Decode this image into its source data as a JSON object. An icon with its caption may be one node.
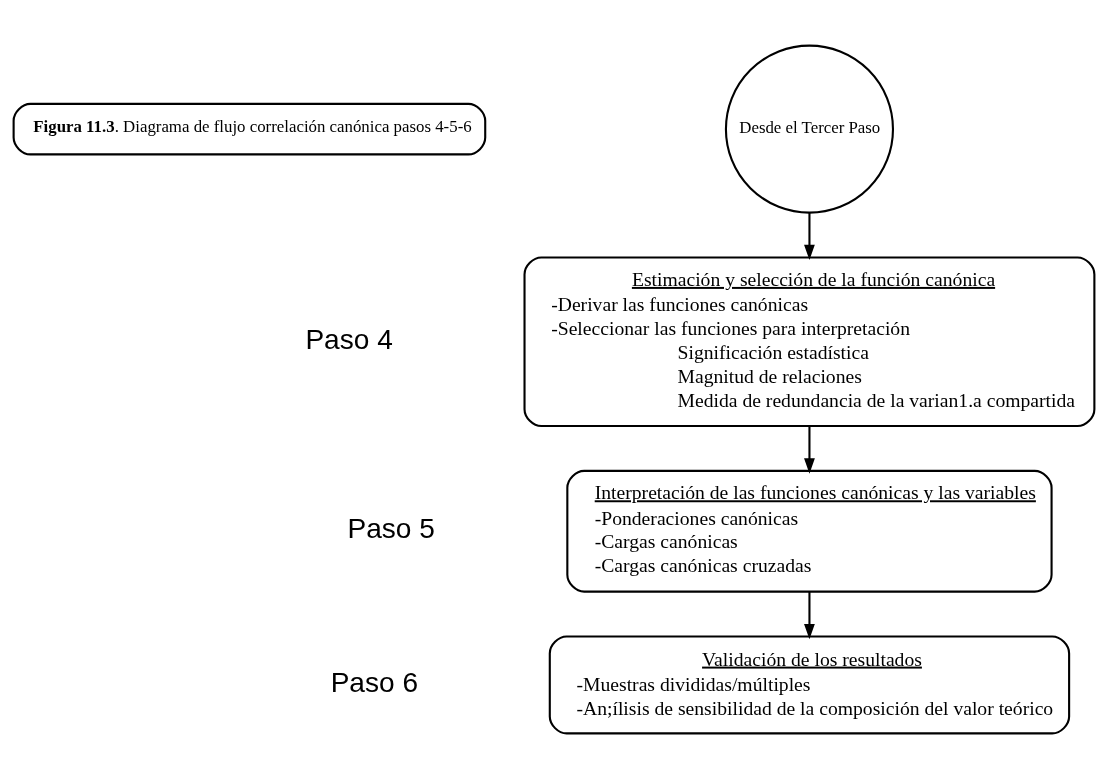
{
  "diagram": {
    "nodes": [
      {
        "text": [
          "**Figura 11.3**. Diagrama de flujo correlación canónica pasos 4-5-6"
        ]
      },
      {
        "text": [
          "Desde el Tercer Paso"
        ]
      },
      {
        "text": [
          "Estimación y selección de la función canónica",
          "-Derivar las funciones canónicas",
          "-Seleccionar las funciones para interpretación",
          "Significación estadística",
          "Magnitud de relaciones",
          "Medida de redundancia de la varian1.a compartida"
        ]
      },
      {
        "text": [
          "Interpretación de las funciones canónicas y las variables",
          "-Ponderaciones canónicas",
          "-Cargas canónicas",
          "-Cargas canónicas cruzadas"
        ]
      },
      {
        "text": [
          "Validación de los resultados",
          "-Muestras divididas/múltiples",
          "-An;ílisis de sensibilidad de la composición del valor teórico"
        ]
      }
    ],
    "edges": [
      {
        "from": 1,
        "to": 2,
        "arrow": "to"
      },
      {
        "from": 2,
        "to": 3,
        "arrow": "to"
      },
      {
        "from": 3,
        "to": 4,
        "arrow": "to"
      }
    ],
    "labels": [
      "Paso 4",
      "Paso 5",
      "Paso 6"
    ]
  }
}
